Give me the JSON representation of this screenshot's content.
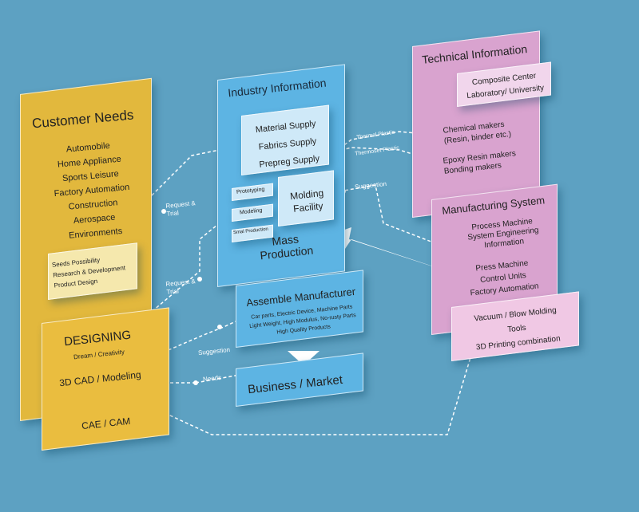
{
  "customer_needs": {
    "title": "Customer Needs",
    "items": [
      "Automobile",
      "Home Appliance",
      "Sports Leisure",
      "Factory Automation",
      "Construction",
      "Aerospace",
      "Environments"
    ],
    "seeds": [
      "Seeds Possibility",
      "Research & Development",
      "Product Design"
    ]
  },
  "designing": {
    "title": "DESIGNING",
    "subtitle": "Dream / Creativity",
    "cad": "3D CAD / Modeling",
    "cae": "CAE / CAM"
  },
  "industry_info": {
    "title": "Industry Information",
    "supplies": [
      "Material Supply",
      "Fabrics Supply",
      "Prepreg Supply"
    ],
    "steps": [
      "Prototyping",
      "Modeling",
      "Smal Production"
    ],
    "molding": [
      "Molding",
      "Facility"
    ],
    "mass": [
      "Mass",
      "Production"
    ]
  },
  "assemble": {
    "title": "Assemble Manufacturer",
    "lines": [
      "Car parts, Electric Device, Machine Parts",
      "Light Weight, High Modulus, No-rusty Parts",
      "High Quality Products"
    ]
  },
  "business": {
    "title": "Business / Market"
  },
  "technical_info": {
    "title": "Technical Information",
    "composite": [
      "Composite Center",
      "Laboratory/ University"
    ],
    "chemical": [
      "Chemical makers",
      "(Resin, binder etc.)"
    ],
    "epoxy": [
      "Epoxy Resin makers",
      "Bonding makers"
    ]
  },
  "manufacturing": {
    "title": "Manufacturing System",
    "process": [
      "Process Machine",
      "System Engineering",
      "Information"
    ],
    "press": [
      "Press Machine",
      "Control Units",
      "Factory Automation"
    ],
    "tools": [
      "Vacuum / Blow Molding",
      "Tools",
      "3D Printing combination"
    ]
  },
  "connectors": {
    "request1": [
      "Request &",
      "Trial"
    ],
    "request2": [
      "Request &",
      "Trial"
    ],
    "suggestion_left": "Suggestion",
    "suggestion_right": "Suggestion",
    "needs": "Needs",
    "thermal": "Thermal Plastic",
    "thermoset": "Thermoset Plastic"
  },
  "colors": {
    "background": "#5da1c2",
    "customer": "#e3b93f",
    "industry": "#5fb6e4",
    "technical": "#d9a2cf",
    "accent_box": "#f6e7a8"
  }
}
